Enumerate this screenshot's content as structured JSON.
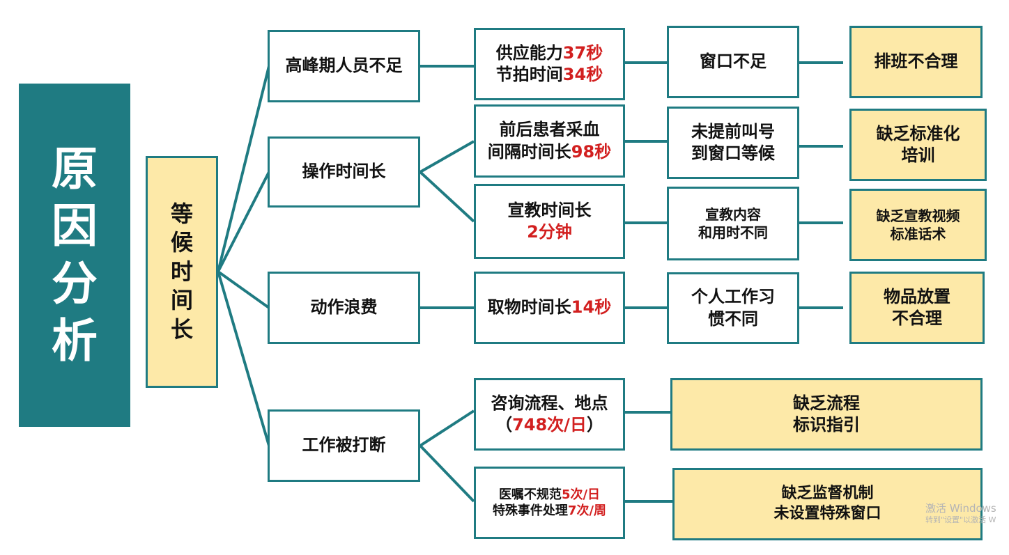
{
  "title": {
    "chars": [
      "原",
      "因",
      "分",
      "析"
    ]
  },
  "root": {
    "chars": [
      "等",
      "候",
      "时",
      "间",
      "长"
    ]
  },
  "causes": {
    "c1": "高峰期人员不足",
    "c2": "操作时间长",
    "c3": "动作浪费",
    "c4": "工作被打断"
  },
  "details": {
    "d1": {
      "l1a": "供应能力",
      "l1b": "37秒",
      "l2a": "节拍时间",
      "l2b": "34秒"
    },
    "d2": {
      "l1": "前后患者采血",
      "l2a": "间隔时间长",
      "l2b": "98秒"
    },
    "d3": {
      "l1": "宣教时间长",
      "l2": "2分钟"
    },
    "d4": {
      "l1a": "取物时间长",
      "l1b": "14秒"
    },
    "d5": {
      "l1": "咨询流程、地点",
      "l2a": "（",
      "l2b": "748次/日",
      "l2c": "）"
    },
    "d6": {
      "l1a": "医嘱不规范",
      "l1b": "5次/日",
      "l2a": "特殊事件处理",
      "l2b": "7次/周"
    }
  },
  "reasons": {
    "r1": "窗口不足",
    "r2": {
      "l1": "未提前叫号",
      "l2": "到窗口等候"
    },
    "r3": {
      "l1": "宣教内容",
      "l2": "和用时不同"
    },
    "r4": {
      "l1": "个人工作习",
      "l2": "惯不同"
    }
  },
  "roots": {
    "k1": "排班不合理",
    "k2": {
      "l1": "缺乏标准化",
      "l2": "培训"
    },
    "k3": {
      "l1": "缺乏宣教视频",
      "l2": "标准话术"
    },
    "k4": {
      "l1": "物品放置",
      "l2": "不合理"
    },
    "k5": {
      "l1": "缺乏流程",
      "l2": "标识指引"
    },
    "k6": {
      "l1": "缺乏监督机制",
      "l2": "未设置特殊窗口"
    }
  },
  "watermark": {
    "l1": "激活 Windows",
    "l2": "转到\"设置\"以激活 W"
  },
  "colors": {
    "teal": "#1f7b82",
    "yellow": "#fde9a8",
    "red": "#d21f1f"
  }
}
